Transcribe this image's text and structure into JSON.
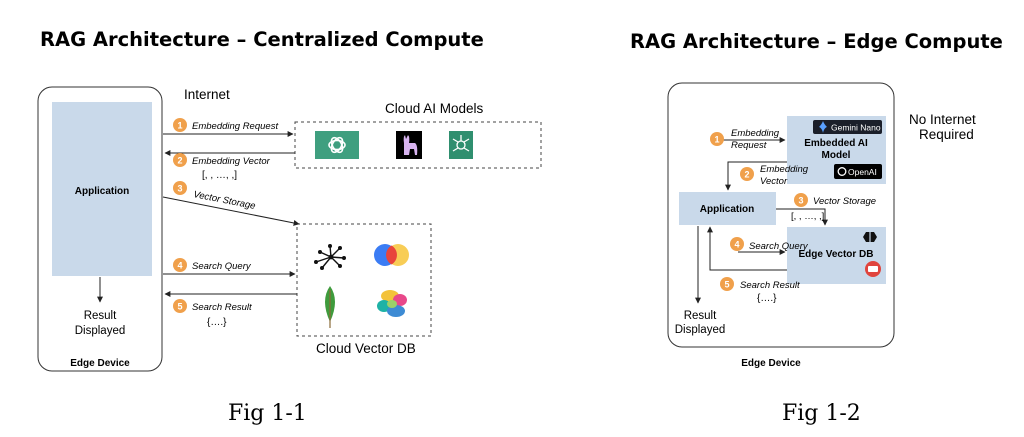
{
  "fig1": {
    "title": "RAG Architecture – Centralized Compute",
    "internet": "Internet",
    "cloud_models": "Cloud AI Models",
    "application": "Application",
    "result": [
      "Result",
      "Displayed"
    ],
    "edge_device": "Edge Device",
    "cloud_db": "Cloud Vector DB",
    "caption": "Fig 1-1",
    "steps": [
      {
        "num": "1",
        "label": "Embedding Request"
      },
      {
        "num": "2",
        "label": "Embedding Vector",
        "sub": "[, , …, ,]"
      },
      {
        "num": "3",
        "label": "Vector Storage"
      },
      {
        "num": "4",
        "label": "Search Query"
      },
      {
        "num": "5",
        "label": "Search Result",
        "sub": "{….}"
      }
    ]
  },
  "fig2": {
    "title": "RAG Architecture – Edge Compute",
    "no_internet": [
      "No Internet",
      "Required"
    ],
    "application": "Application",
    "embedded_model": [
      "Embedded AI",
      "Model"
    ],
    "gemini": "Gemini Nano",
    "openai": "OpenAI",
    "edge_db": "Edge Vector DB",
    "result": [
      "Result",
      "Displayed"
    ],
    "edge_device": "Edge Device",
    "caption": "Fig 1-2",
    "steps": [
      {
        "num": "1",
        "label": [
          "Embedding",
          "Request"
        ]
      },
      {
        "num": "2",
        "label": [
          "Embedding",
          "Vector"
        ]
      },
      {
        "num": "3",
        "label": "Vector Storage",
        "sub": "[, , …, ,]"
      },
      {
        "num": "4",
        "label": "Search Query"
      },
      {
        "num": "5",
        "label": "Search Result",
        "sub": "{….}"
      }
    ]
  },
  "colors": {
    "step_badge": "#F0A04B",
    "app_fill": "#C9D9EA",
    "openai_green": "#3F9F7F",
    "db_red": "#E0443D"
  },
  "icons": [
    "openai-icon",
    "llama-icon",
    "ai-chip-icon",
    "pinecone-icon",
    "overlap-circles-icon",
    "mongodb-leaf-icon",
    "elastic-icon",
    "gemini-icon",
    "openai-icon",
    "qdrant-icon",
    "redis-icon"
  ]
}
